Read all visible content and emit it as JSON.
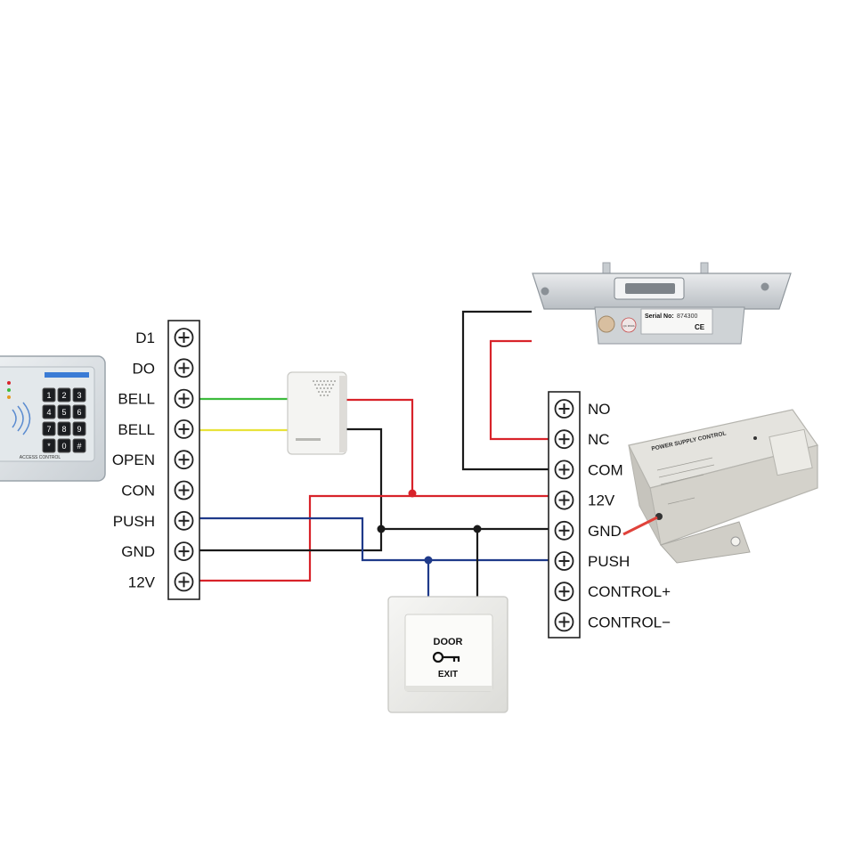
{
  "left_terminal": {
    "labels": [
      "D1",
      "DO",
      "BELL",
      "BELL",
      "OPEN",
      "CON",
      "PUSH",
      "GND",
      "12V"
    ]
  },
  "right_terminal": {
    "labels": [
      "NO",
      "NC",
      "COM",
      "12V",
      "GND",
      "PUSH",
      "CONTROL+",
      "CONTROL−"
    ]
  },
  "keypad": {
    "keys": [
      "1",
      "2",
      "3",
      "4",
      "5",
      "6",
      "7",
      "8",
      "9",
      "*",
      "0",
      "#"
    ],
    "caption": "ACCESS CONTROL"
  },
  "exit_button": {
    "line1": "DOOR",
    "line2": "EXIT"
  },
  "door_strike": {
    "serial_label": "Serial No:",
    "serial_value": "874300",
    "ce_mark": "CE",
    "qc_mark": "QC PASS"
  },
  "power_supply": {
    "title": "POWER SUPPLY CONTROL"
  },
  "colors": {
    "red_wire": "#d8232a",
    "black_wire": "#1a1a1a",
    "blue_wire": "#1f3a8a",
    "green_wire": "#3dbb3d",
    "yellow_wire": "#e8e23a"
  }
}
